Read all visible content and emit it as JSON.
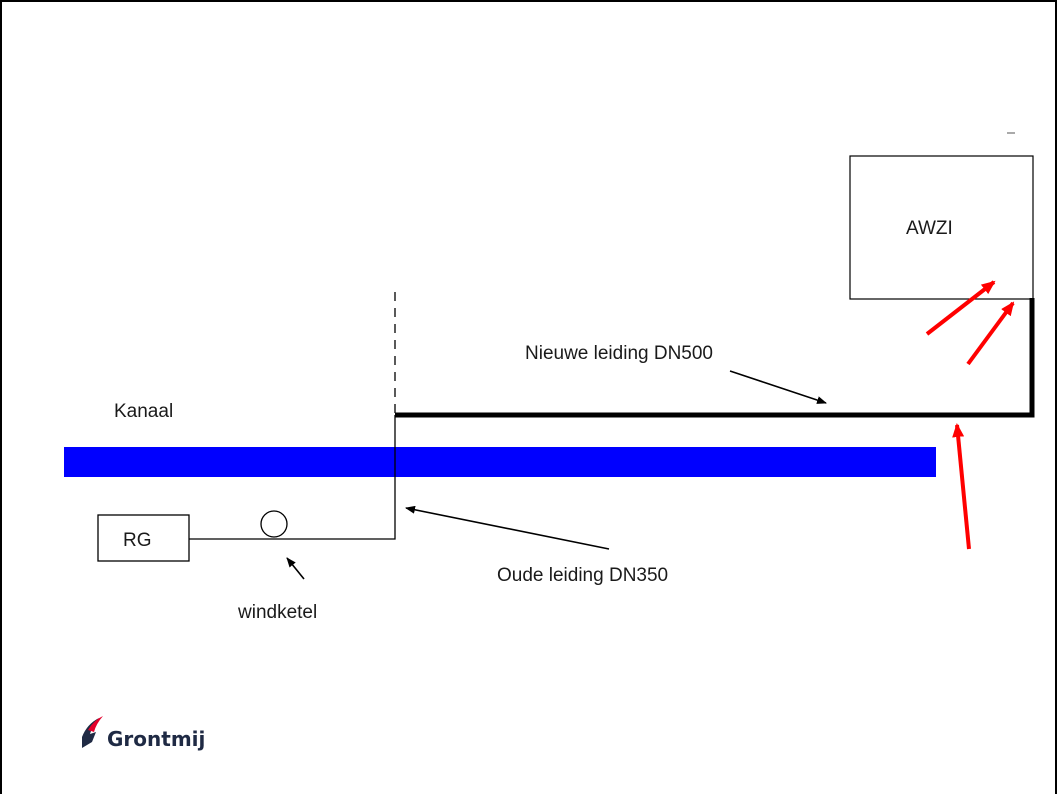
{
  "labels": {
    "awzi": "AWZI",
    "kanaal": "Kanaal",
    "rg": "RG",
    "new_pipe": "Nieuwe leiding DN500",
    "old_pipe": "Oude leiding DN350",
    "windketel": "windketel"
  },
  "logo": {
    "name": "Grontmij"
  },
  "colors": {
    "canal": "#0000ff",
    "highlight_arrows": "#ff0000",
    "lines": "#000000",
    "logo_blue": "#1f2a44"
  }
}
